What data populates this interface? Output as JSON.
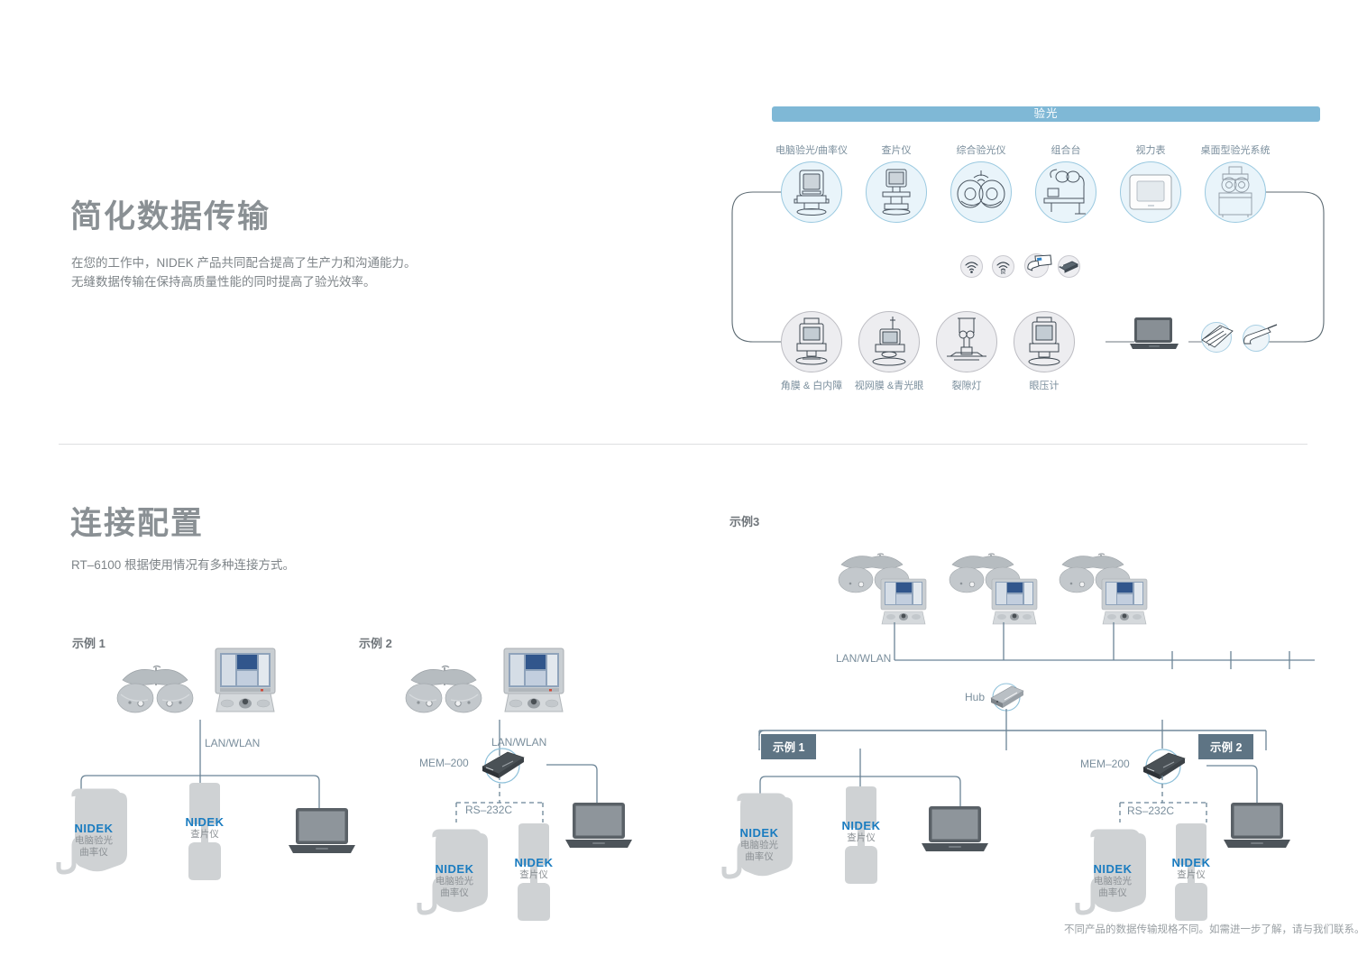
{
  "section1": {
    "title": "简化数据传输",
    "paragraph_line1": "在您的工作中，NIDEK 产品共同配合提高了生产力和沟通能力。",
    "paragraph_line2": "无缝数据传输在保持高质量性能的同时提高了验光效率。",
    "flow": {
      "banner": "验光",
      "top_nodes": [
        {
          "label": "电脑验光/曲率仪",
          "icon": "autorefractor-keratometer-icon"
        },
        {
          "label": "查片仪",
          "icon": "lensmeter-icon"
        },
        {
          "label": "综合验光仪",
          "icon": "phoropter-icon"
        },
        {
          "label": "组合台",
          "icon": "refraction-unit-icon"
        },
        {
          "label": "视力表",
          "icon": "acuity-chart-icon"
        },
        {
          "label": "桌面型验光系统",
          "icon": "tabletop-refraction-system-icon"
        }
      ],
      "mid_icons": [
        "wifi-icon",
        "infrared-icon",
        "card-reader-icon",
        "barcode-scanner-icon"
      ],
      "bottom_nodes": [
        {
          "label": "角膜 & 白内障",
          "icon": "cornea-cataract-icon"
        },
        {
          "label": "视网膜 &青光眼",
          "icon": "retina-glaucoma-icon"
        },
        {
          "label": "裂隙灯",
          "icon": "slit-lamp-icon"
        },
        {
          "label": "眼压计",
          "icon": "tonometer-icon"
        }
      ],
      "bottom_peripherals": [
        "laptop-icon",
        "printer-icon",
        "handheld-scanner-icon"
      ]
    }
  },
  "section2": {
    "title": "连接配置",
    "paragraph": "RT–6100 根据使用情况有多种连接方式。",
    "example1": {
      "label": "示例 1",
      "network": "LAN/WLAN",
      "devices": [
        {
          "brand": "NIDEK",
          "name_line1": "电脑验光",
          "name_line2": "曲率仪"
        },
        {
          "brand": "NIDEK",
          "name_line1": "查片仪",
          "name_line2": ""
        }
      ],
      "laptop": "laptop-icon"
    },
    "example2": {
      "label": "示例 2",
      "network": "LAN/WLAN",
      "hub_label": "MEM–200",
      "serial": "RS–232C",
      "devices": [
        {
          "brand": "NIDEK",
          "name_line1": "电脑验光",
          "name_line2": "曲率仪"
        },
        {
          "brand": "NIDEK",
          "name_line1": "查片仪",
          "name_line2": ""
        }
      ],
      "laptop": "laptop-icon"
    },
    "example3": {
      "label": "示例3",
      "network": "LAN/WLAN",
      "hub_label": "Hub",
      "branch_left_badge": "示例 1",
      "branch_right_badge": "示例 2",
      "mem_label": "MEM–200",
      "serial": "RS–232C",
      "left_devices": [
        {
          "brand": "NIDEK",
          "name_line1": "电脑验光",
          "name_line2": "曲率仪"
        },
        {
          "brand": "NIDEK",
          "name_line1": "查片仪",
          "name_line2": ""
        }
      ],
      "right_devices": [
        {
          "brand": "NIDEK",
          "name_line1": "电脑验光",
          "name_line2": "曲率仪"
        },
        {
          "brand": "NIDEK",
          "name_line1": "查片仪",
          "name_line2": ""
        }
      ]
    },
    "footnote": "不同产品的数据传输规格不同。如需进一步了解，请与我们联系。"
  },
  "colors": {
    "banner_blue": "#7fb8d6",
    "line_slate": "#6b8496",
    "heading_grey": "#8a9094",
    "brand_blue": "#1a7cc0",
    "badge_slate": "#5e7484",
    "silhouette_grey": "#cfd2d4"
  }
}
